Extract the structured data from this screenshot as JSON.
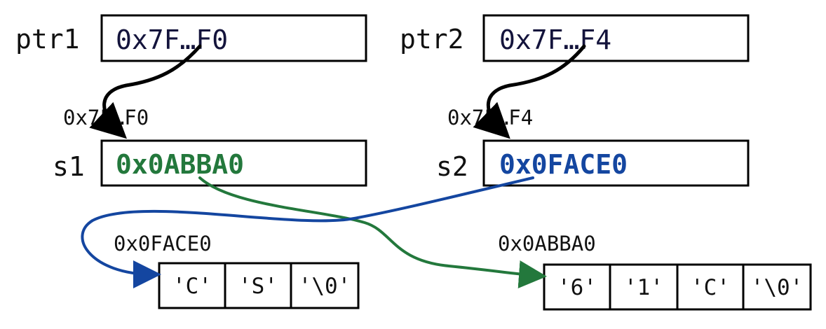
{
  "colors": {
    "black": "#000000",
    "green": "#23783c",
    "blue": "#1446a0"
  },
  "pointers": [
    {
      "name": "ptr1",
      "value": "0x7F…F0"
    },
    {
      "name": "ptr2",
      "value": "0x7F…F4"
    }
  ],
  "vars": [
    {
      "name": "s1",
      "address": "0x7F…F0",
      "value": "0x0ABBA0"
    },
    {
      "name": "s2",
      "address": "0x7F…F4",
      "value": "0x0FACE0"
    }
  ],
  "arrays": [
    {
      "address": "0x0FACE0",
      "cells": [
        "'C'",
        "'S'",
        "'\\0'"
      ]
    },
    {
      "address": "0x0ABBA0",
      "cells": [
        "'6'",
        "'1'",
        "'C'",
        "'\\0'"
      ]
    }
  ]
}
